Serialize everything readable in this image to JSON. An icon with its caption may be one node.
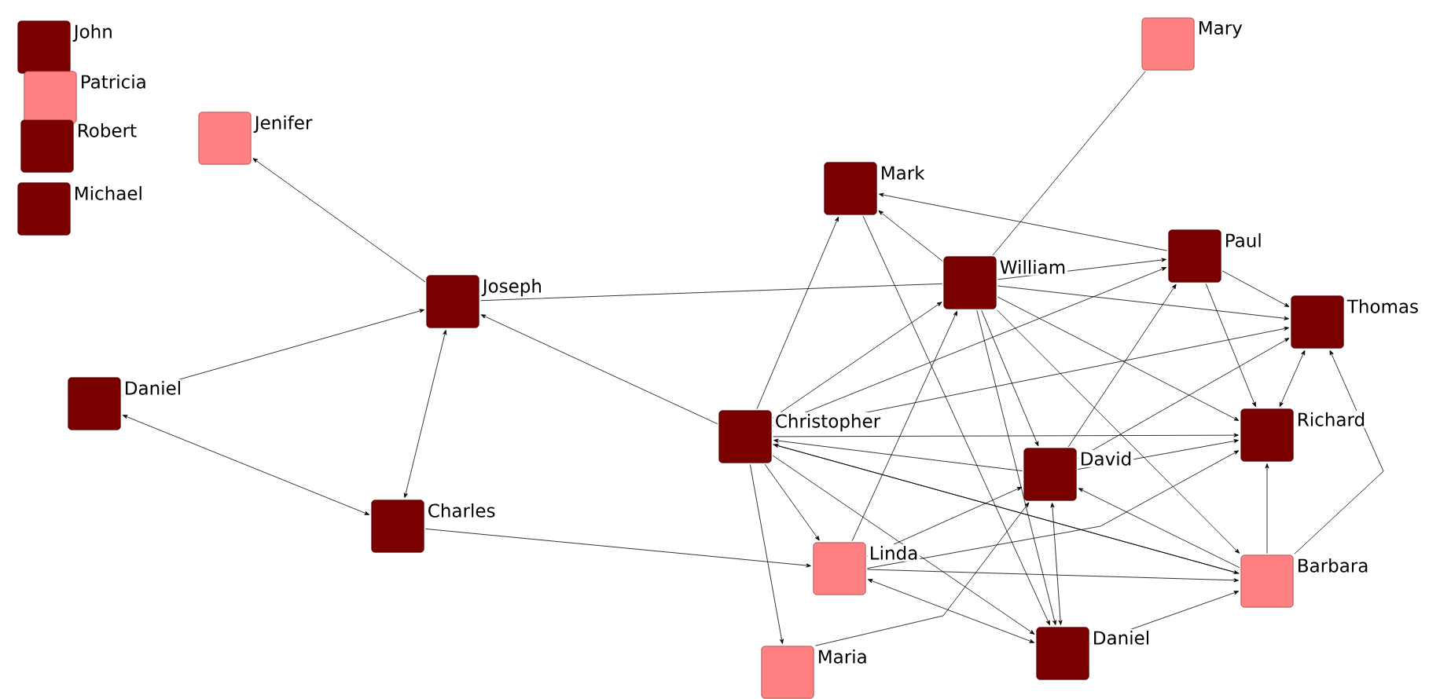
{
  "diagram": {
    "nodes": [
      {
        "text": [
          "John"
        ]
      },
      {
        "text": [
          "Patricia"
        ]
      },
      {
        "text": [
          "Robert"
        ]
      },
      {
        "text": [
          "Michael"
        ]
      },
      {
        "text": [
          "Jenifer"
        ]
      },
      {
        "text": [
          "Joseph"
        ]
      },
      {
        "text": [
          "Daniel"
        ]
      },
      {
        "text": [
          "Charles"
        ]
      },
      {
        "text": [
          "Christopher"
        ]
      },
      {
        "text": [
          "Mark"
        ]
      },
      {
        "text": [
          "William"
        ]
      },
      {
        "text": [
          "Mary"
        ]
      },
      {
        "text": [
          "Paul"
        ]
      },
      {
        "text": [
          "Thomas"
        ]
      },
      {
        "text": [
          "Richard"
        ]
      },
      {
        "text": [
          "David"
        ]
      },
      {
        "text": [
          "Linda"
        ]
      },
      {
        "text": [
          "Barbara"
        ]
      },
      {
        "text": [
          "Daniel"
        ]
      },
      {
        "text": [
          "Maria"
        ]
      }
    ],
    "edges": [
      {
        "from": 5,
        "to": 4,
        "arrow": "to"
      },
      {
        "from": 6,
        "to": 5,
        "arrow": "to"
      },
      {
        "from": 7,
        "to": 6,
        "arrow": "both"
      },
      {
        "from": 5,
        "to": 7,
        "arrow": "both"
      },
      {
        "from": 8,
        "to": 5,
        "arrow": "to"
      },
      {
        "from": 7,
        "to": 16,
        "arrow": "to"
      },
      {
        "from": 5,
        "to": 10,
        "arrow": "none"
      },
      {
        "from": 8,
        "to": 9,
        "arrow": "to"
      },
      {
        "from": 10,
        "to": 9,
        "arrow": "to"
      },
      {
        "from": 12,
        "to": 9,
        "arrow": "to"
      },
      {
        "from": 9,
        "to": 18,
        "arrow": "to"
      },
      {
        "from": 8,
        "to": 10,
        "arrow": "to"
      },
      {
        "from": 8,
        "to": 13,
        "arrow": "to"
      },
      {
        "from": 8,
        "to": 12,
        "arrow": "to"
      },
      {
        "from": 8,
        "to": 14,
        "arrow": "to"
      },
      {
        "from": 8,
        "to": 16,
        "arrow": "to"
      },
      {
        "from": 8,
        "to": 19,
        "arrow": "to"
      },
      {
        "from": 16,
        "to": 10,
        "arrow": "to"
      },
      {
        "from": 11,
        "to": 10,
        "arrow": "none"
      },
      {
        "from": 10,
        "to": 12,
        "arrow": "to"
      },
      {
        "from": 10,
        "to": 13,
        "arrow": "to"
      },
      {
        "from": 10,
        "to": 14,
        "arrow": "to"
      },
      {
        "from": 10,
        "to": 15,
        "arrow": "to"
      },
      {
        "from": 10,
        "to": 18,
        "arrow": "to"
      },
      {
        "from": 10,
        "to": 17,
        "arrow": "to"
      },
      {
        "from": 12,
        "to": 13,
        "arrow": "to"
      },
      {
        "from": 12,
        "to": 14,
        "arrow": "to"
      },
      {
        "from": 14,
        "to": 13,
        "arrow": "both"
      },
      {
        "from": 17,
        "to": 13,
        "arrow": "to"
      },
      {
        "from": 17,
        "to": 14,
        "arrow": "to"
      },
      {
        "from": 15,
        "to": 12,
        "arrow": "to"
      },
      {
        "from": 15,
        "to": 13,
        "arrow": "to"
      },
      {
        "from": 15,
        "to": 14,
        "arrow": "to"
      },
      {
        "from": 15,
        "to": 18,
        "arrow": "both"
      },
      {
        "from": 17,
        "to": 8,
        "arrow": "to"
      },
      {
        "from": 17,
        "to": 15,
        "arrow": "to"
      },
      {
        "from": 16,
        "to": 17,
        "arrow": "to"
      },
      {
        "from": 16,
        "to": 18,
        "arrow": "both"
      },
      {
        "from": 16,
        "to": 14,
        "arrow": "to"
      },
      {
        "from": 16,
        "to": 15,
        "arrow": "to"
      },
      {
        "from": 19,
        "to": 15,
        "arrow": "to"
      },
      {
        "from": 18,
        "to": 17,
        "arrow": "to"
      },
      {
        "from": 8,
        "to": 18,
        "arrow": "to"
      },
      {
        "from": 8,
        "to": 17,
        "arrow": "to"
      },
      {
        "from": 15,
        "to": 8,
        "arrow": "to"
      }
    ]
  }
}
